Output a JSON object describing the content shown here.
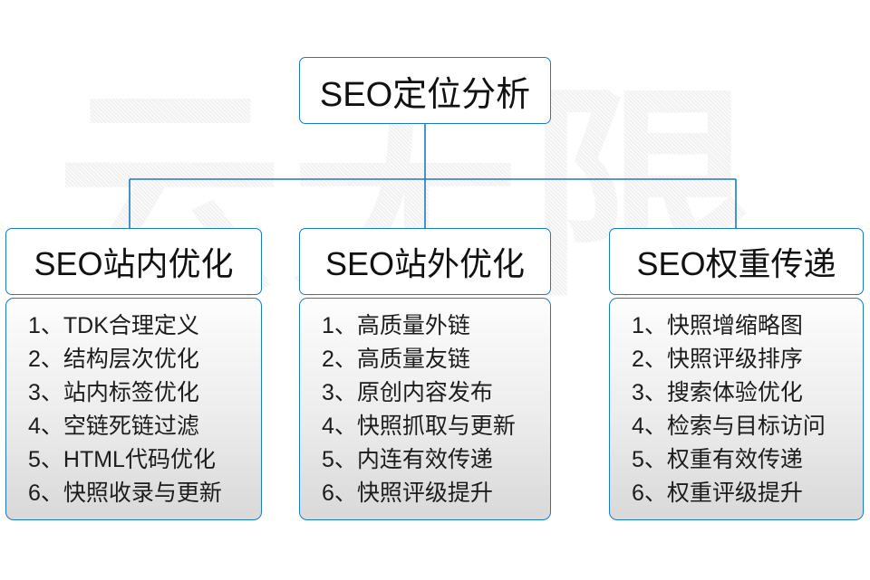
{
  "diagram": {
    "root": {
      "label": "SEO定位分析"
    },
    "connector_color": "#1a7ac4",
    "border_color": "#1a7ac4",
    "watermark": "云无限",
    "columns": [
      {
        "header": "SEO站内优化",
        "items": [
          {
            "num": "1、",
            "text": "TDK合理定义"
          },
          {
            "num": "2、",
            "text": "结构层次优化"
          },
          {
            "num": "3、",
            "text": "站内标签优化"
          },
          {
            "num": "4、",
            "text": "空链死链过滤"
          },
          {
            "num": "5、",
            "text": "HTML代码优化"
          },
          {
            "num": "6、",
            "text": "快照收录与更新"
          }
        ]
      },
      {
        "header": "SEO站外优化",
        "items": [
          {
            "num": "1、",
            "text": "高质量外链"
          },
          {
            "num": "2、",
            "text": "高质量友链"
          },
          {
            "num": "3、",
            "text": "原创内容发布"
          },
          {
            "num": "4、",
            "text": "快照抓取与更新"
          },
          {
            "num": "5、",
            "text": "内连有效传递"
          },
          {
            "num": "6、",
            "text": "快照评级提升"
          }
        ]
      },
      {
        "header": "SEO权重传递",
        "items": [
          {
            "num": "1、",
            "text": "快照增缩略图"
          },
          {
            "num": "2、",
            "text": "快照评级排序"
          },
          {
            "num": "3、",
            "text": "搜索体验优化"
          },
          {
            "num": "4、",
            "text": "检索与目标访问"
          },
          {
            "num": "5、",
            "text": "权重有效传递"
          },
          {
            "num": "6、",
            "text": "权重评级提升"
          }
        ]
      }
    ]
  }
}
